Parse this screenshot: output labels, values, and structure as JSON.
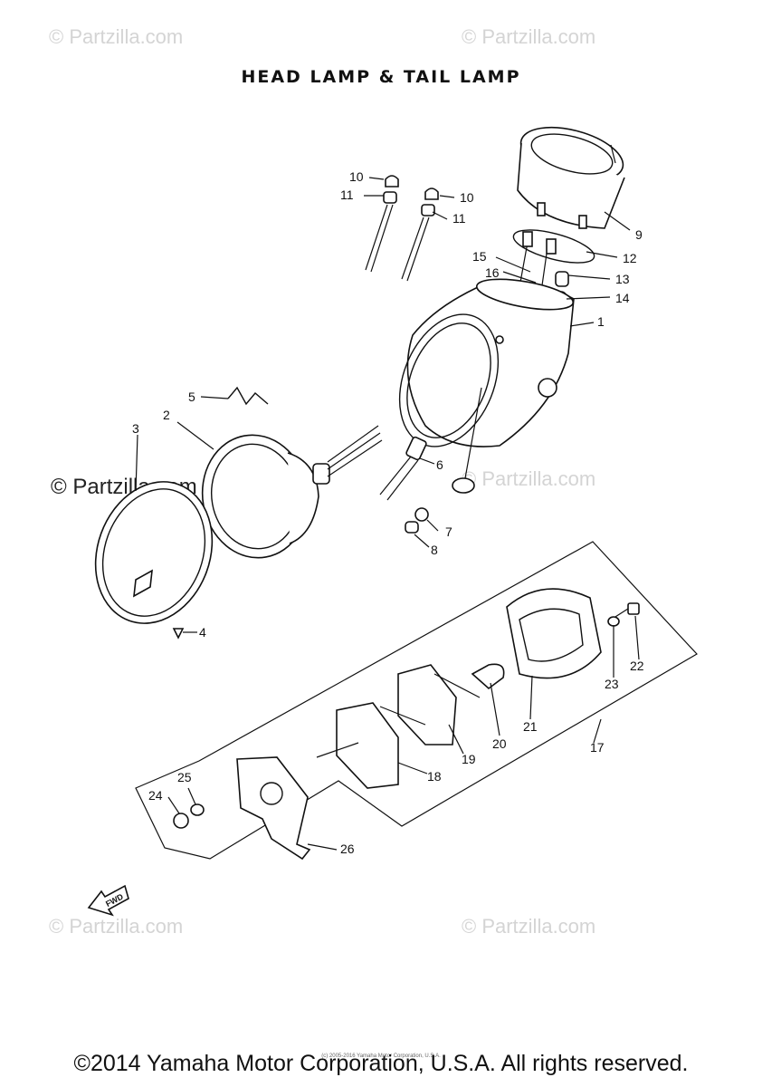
{
  "title": "HEAD LAMP & TAIL LAMP",
  "watermark": "© Partzilla.com",
  "watermark_side": "© Partzilla.com",
  "copyright": "©2014 Yamaha Motor Corporation, U.S.A. All rights reserved.",
  "tiny_notice": "(c) 2005-2016 Yamaha Motor Corporation, U.S.A.",
  "fwd_label": "FWD",
  "callouts": [
    "1",
    "2",
    "3",
    "4",
    "5",
    "6",
    "7",
    "8",
    "9",
    "10",
    "10",
    "11",
    "11",
    "12",
    "13",
    "14",
    "15",
    "16",
    "17",
    "18",
    "19",
    "20",
    "21",
    "22",
    "23",
    "24",
    "25",
    "26"
  ]
}
